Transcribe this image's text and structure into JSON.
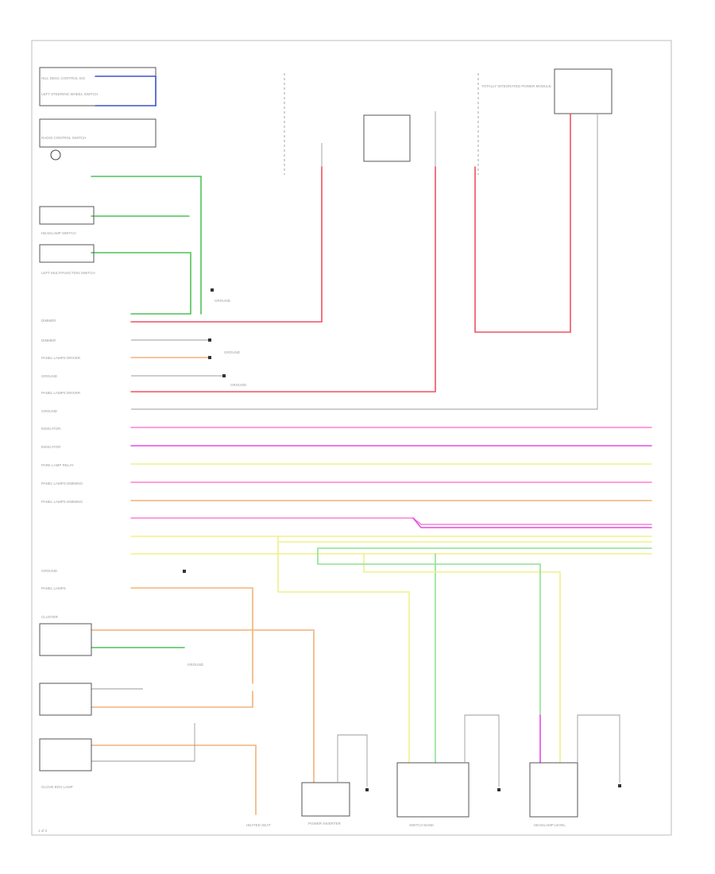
{
  "page": {
    "label": "1 of 2"
  },
  "colors": {
    "blue": "#3a53c8",
    "green": "#4fc25a",
    "red": "#ee5263",
    "pink": "#ff7ed6",
    "magenta": "#e64ae6",
    "yellow": "#f0f08a",
    "orange": "#f2b27a",
    "lightgreen": "#8fe28f",
    "gray": "#9b9b9b"
  },
  "boxes": {
    "left_top_labels": [
      "HILL DESC CONTROL SIG",
      "LEFT STEERING WHEEL SWITCH",
      "RADIO CONTROL SWITCH",
      "HEADLAMP SWITCH",
      "LEFT MULTIFUNCTION SWITCH"
    ],
    "fuse_block": "TOTALLY INTEGRATED POWER MODULE",
    "gnd_callouts": [
      "GROUND",
      "GROUND",
      "GROUND",
      "GROUND"
    ],
    "bottom_labels": [
      "POWER INVERTER",
      "SWITCH BANK",
      "HEATED SEAT",
      "HEADLAMP LEVEL",
      "GLOVE BOX LAMP"
    ]
  },
  "side_labels": [
    "DIMMER",
    "DIMMER",
    "PANEL LAMPS DRIVER",
    "PANEL LAMPS DRIVER",
    "GROUND",
    "GROUND",
    "INDICATOR",
    "INDICATOR",
    "PARK LAMP RELAY",
    "PANEL LAMPS DIMMING",
    "PANEL LAMPS DIMMING",
    "GROUND",
    "PANEL LAMPS",
    "CLUSTER"
  ],
  "bottom_texts": [
    "POWER INVERTER",
    "SWITCH BANK",
    "HEATED SEAT",
    "HEADLAMP LEVEL",
    "GLOVE BOX LAMP"
  ]
}
